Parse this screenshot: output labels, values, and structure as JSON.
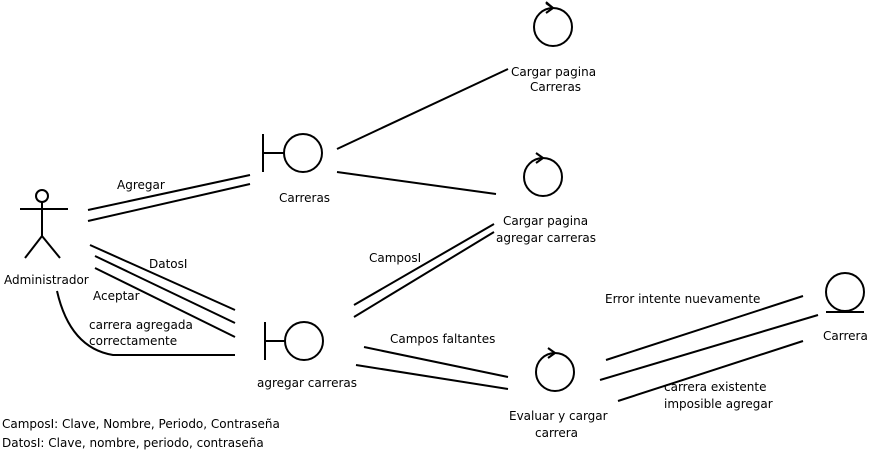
{
  "actor": {
    "name": "Administrador"
  },
  "boundaries": [
    {
      "id": "carreras",
      "label": "Carreras"
    },
    {
      "id": "agregar",
      "label": "agregar carreras"
    }
  ],
  "controls": [
    {
      "id": "cargar1",
      "label_lines": [
        "Cargar pagina",
        "Carreras"
      ]
    },
    {
      "id": "cargar2",
      "label_lines": [
        "Cargar pagina",
        "agregar carreras"
      ]
    },
    {
      "id": "evaluar",
      "label_lines": [
        "Evaluar y cargar",
        "carrera"
      ]
    }
  ],
  "entity": {
    "label": "Carrera"
  },
  "messages": {
    "agregar": "Agregar",
    "datos": "DatosI",
    "aceptar": "Aceptar",
    "ok_lines": [
      "carrera agregada",
      "correctamente"
    ],
    "campos": "CamposI",
    "faltantes": "Campos faltantes",
    "error": "Error intente nuevamente",
    "existente_lines": [
      "carrera existente",
      "imposible agregar"
    ]
  },
  "legend": [
    "CamposI: Clave, Nombre, Periodo, Contraseña",
    "DatosI: Clave, nombre, periodo, contraseña"
  ]
}
